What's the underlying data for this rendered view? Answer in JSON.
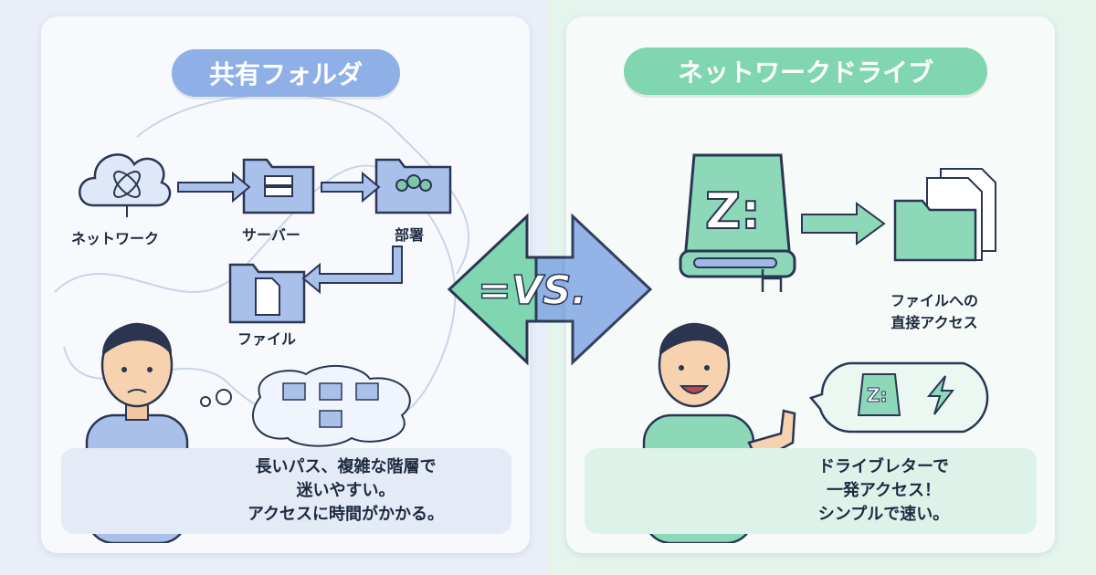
{
  "left": {
    "title": "共有フォルダ",
    "nodes": {
      "network": "ネットワーク",
      "server": "サーバー",
      "department": "部署",
      "file": "ファイル"
    },
    "caption": [
      "長いパス、複雑な階層で",
      "迷いやすい。",
      "アクセスに時間がかかる。"
    ]
  },
  "center": {
    "vs": "=VS."
  },
  "right": {
    "title": "ネットワークドライブ",
    "drive_letter": "Z:",
    "direct_access": [
      "ファイルへの",
      "直接アクセス"
    ],
    "caption": [
      "ドライブレターで",
      "一発アクセス！",
      "シンプルで速い。"
    ]
  },
  "colors": {
    "blue": "#8fb0e6",
    "green": "#7fd6b0",
    "dark": "#1e2a40"
  }
}
